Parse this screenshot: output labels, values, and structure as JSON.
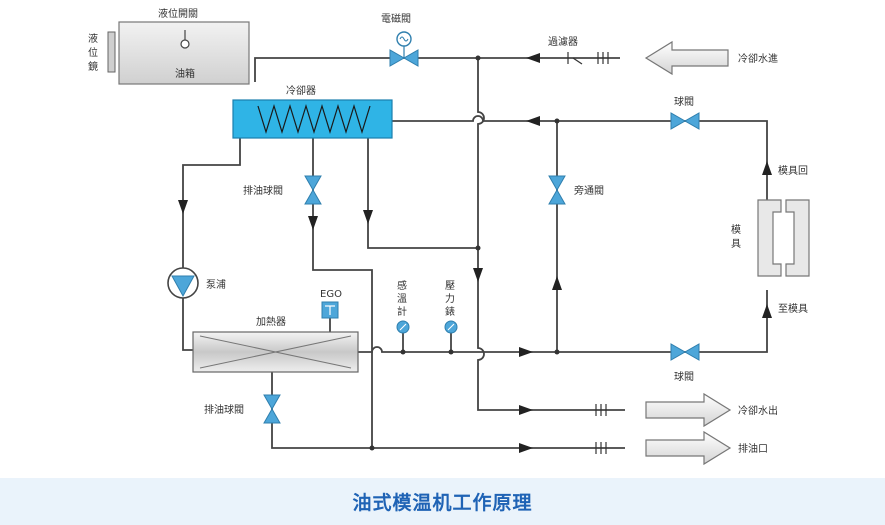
{
  "caption": "油式模温机工作原理",
  "labels": {
    "level_switch": "液位開關",
    "level_gauge": [
      "液",
      "位",
      "鏡"
    ],
    "oil_tank": "油箱",
    "solenoid_valve": "電磁閥",
    "filter": "過濾器",
    "cooling_water_in": "冷卻水進",
    "cooler": "冷卻器",
    "ball_valve_top": "球閥",
    "oil_drain_valve_1": "排油球閥",
    "bypass_valve": "旁通閥",
    "mold_return": "模具回",
    "mold": [
      "模",
      "具"
    ],
    "to_mold": "至模具",
    "pump": "泵浦",
    "ego": "EGO",
    "temp_sensor": [
      "感",
      "溫",
      "計"
    ],
    "pressure_gauge": [
      "壓",
      "力",
      "錶"
    ],
    "heater": "加熱器",
    "ball_valve_bottom": "球閥",
    "oil_drain_valve_2": "排油球閥",
    "cooling_water_out": "冷卻水出",
    "oil_outlet": "排油口"
  },
  "colors": {
    "cooler_fill": "#2fb4e6",
    "valve_fill": "#4da6d9",
    "pipe": "#444444",
    "caption_text": "#1f63b5",
    "caption_bg": "#eaf3fb"
  }
}
